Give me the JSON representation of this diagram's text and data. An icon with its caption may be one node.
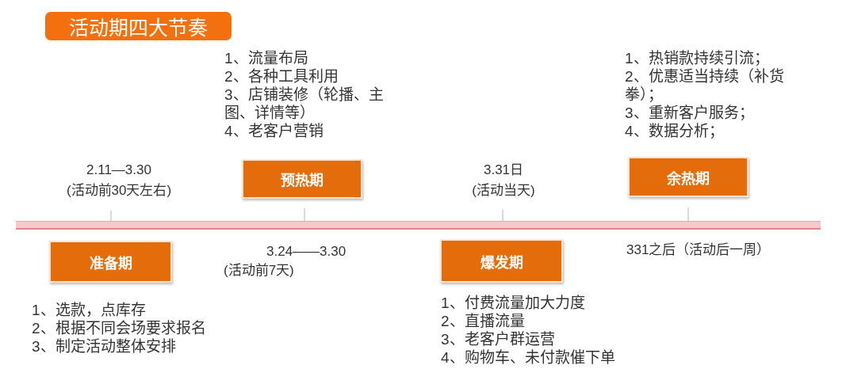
{
  "diagram": {
    "title": "活动期四大节奏",
    "nodes": [
      {
        "text": [
          "准备期"
        ],
        "beside": [
          "2.11—3.30",
          "(活动前30天左右)",
          "1、选款，点库存",
          "2、根据不同会场要求报名",
          "3、制定活动整体安排"
        ]
      },
      {
        "text": [
          "预热期"
        ],
        "beside": [
          "3.24——3.30",
          "(活动前7天)",
          "1、流量布局",
          "2、各种工具利用",
          "3、店铺装修（轮播、主图、详情等）",
          "4、老客户营销"
        ]
      },
      {
        "text": [
          "爆发期"
        ],
        "beside": [
          "3.31日",
          "(活动当天)",
          "1、付费流量加大力度",
          "2、直播流量",
          "3、老客户群运营",
          "4、购物车、未付款催下单"
        ]
      },
      {
        "text": [
          "余热期"
        ],
        "beside": [
          "331之后（活动后一周）",
          "1、热销款持续引流；",
          "2、优惠适当持续（补货拳）；",
          "3、重新客户服务；",
          "4、数据分析；"
        ]
      }
    ]
  }
}
